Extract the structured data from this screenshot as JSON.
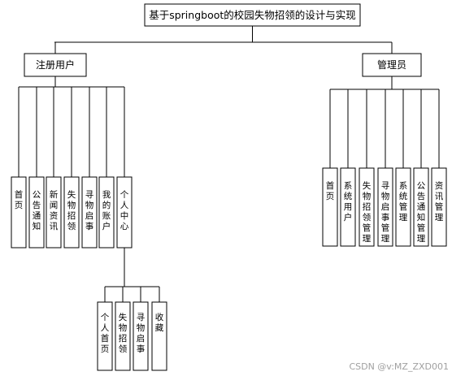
{
  "title": "基于springboot的校园失物招领的设计与实现",
  "branches": [
    {
      "label": "注册用户",
      "children": [
        {
          "label": "首页"
        },
        {
          "label": "公告通知"
        },
        {
          "label": "新闻资讯"
        },
        {
          "label": "失物招领"
        },
        {
          "label": "寻物启事"
        },
        {
          "label": "我的账户"
        },
        {
          "label": "个人中心",
          "children": [
            {
              "label": "个人首页"
            },
            {
              "label": "失物招领"
            },
            {
              "label": "寻物启事"
            },
            {
              "label": "收藏"
            }
          ]
        }
      ]
    },
    {
      "label": "管理员",
      "children": [
        {
          "label": "首页"
        },
        {
          "label": "系统用户"
        },
        {
          "label": "失物招领管理"
        },
        {
          "label": "寻物启事管理"
        },
        {
          "label": "系统管理"
        },
        {
          "label": "公告通知管理"
        },
        {
          "label": "资讯管理"
        }
      ]
    }
  ],
  "watermark": "CSDN @v:MZ_ZXD001"
}
